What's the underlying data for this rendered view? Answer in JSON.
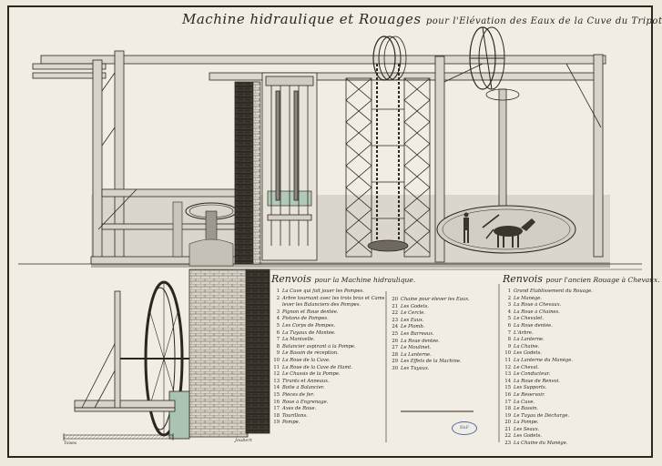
{
  "title": {
    "main": "Machine hidraulique et Rouages",
    "sub": "pour l'Elévation des Eaux de la Cuve du Tripot."
  },
  "panel_left": {
    "heading": "Renvois",
    "heading_sub": "pour la Machine hidraulique.",
    "items": [
      {
        "n": "1",
        "text": "La Cuve qui fait jouer les Pompes."
      },
      {
        "n": "2",
        "text": "Arbre tournant avec les trois bras et Cames pour"
      },
      {
        "n": "",
        "text": "lever les Balanciers des Pompes."
      },
      {
        "n": "3",
        "text": "Pignon et Roue dentée."
      },
      {
        "n": "4",
        "text": "Pistons de Pompes."
      },
      {
        "n": "5",
        "text": "Les Corps de Pompes."
      },
      {
        "n": "6",
        "text": "La Tuyaux de Montée."
      },
      {
        "n": "7",
        "text": "La Manivelle."
      },
      {
        "n": "8",
        "text": "Balancier aspirant à la Pompe."
      },
      {
        "n": "9",
        "text": "Le Bassin de réception."
      },
      {
        "n": "10",
        "text": "La Roue de la Cuve."
      },
      {
        "n": "11",
        "text": "La Roue de la Cuve de Hamt."
      },
      {
        "n": "12",
        "text": "Le Chassis de la Pompe."
      },
      {
        "n": "13",
        "text": "Tirants et Anneaux."
      },
      {
        "n": "14",
        "text": "Boite à Balancier."
      },
      {
        "n": "15",
        "text": "Pièces de fer."
      },
      {
        "n": "16",
        "text": "Roue à Engrenage."
      },
      {
        "n": "17",
        "text": "Axes de Roue."
      },
      {
        "n": "18",
        "text": "Tourillons."
      },
      {
        "n": "19",
        "text": "Pompe."
      }
    ]
  },
  "panel_mid": {
    "items": [
      {
        "n": "20",
        "text": "Chaîne pour élever les Eaux."
      },
      {
        "n": "21",
        "text": "Les Godets."
      },
      {
        "n": "22",
        "text": "Le Cercle."
      },
      {
        "n": "23",
        "text": "Les Eaux."
      },
      {
        "n": "24",
        "text": "Le Plomb."
      },
      {
        "n": "25",
        "text": "Les Barreaux."
      },
      {
        "n": "26",
        "text": "La Roue dentée."
      },
      {
        "n": "27",
        "text": "Le Moulinet."
      },
      {
        "n": "28",
        "text": "La Lanterne."
      },
      {
        "n": "29",
        "text": "Les Effets de la Machine."
      },
      {
        "n": "30",
        "text": "Les Tuyaux."
      }
    ]
  },
  "panel_right": {
    "heading": "Renvois",
    "heading_sub": "pour l'ancien Rouage à Chevaux.",
    "items": [
      {
        "n": "1",
        "text": "Grand Établissement du Rouage."
      },
      {
        "n": "2",
        "text": "Le Manège."
      },
      {
        "n": "3",
        "text": "La Roue à Chevaux."
      },
      {
        "n": "4",
        "text": "La Roue à Chaînes."
      },
      {
        "n": "5",
        "text": "Le Chevalet."
      },
      {
        "n": "6",
        "text": "La Roue dentée."
      },
      {
        "n": "7",
        "text": "L'Arbre."
      },
      {
        "n": "8",
        "text": "La Lanterne."
      },
      {
        "n": "9",
        "text": "La Chaîne."
      },
      {
        "n": "10",
        "text": "Les Godets."
      },
      {
        "n": "11",
        "text": "La Lanterne du Manège."
      },
      {
        "n": "12",
        "text": "Le Cheval."
      },
      {
        "n": "13",
        "text": "Le Conducteur."
      },
      {
        "n": "14",
        "text": "La Roue de Renvoi."
      },
      {
        "n": "15",
        "text": "Les Supports."
      },
      {
        "n": "16",
        "text": "Le Réservoir."
      },
      {
        "n": "17",
        "text": "La Cuve."
      },
      {
        "n": "18",
        "text": "Le Bassin."
      },
      {
        "n": "19",
        "text": "Le Tuyau de Décharge."
      },
      {
        "n": "20",
        "text": "La Pompe."
      },
      {
        "n": "21",
        "text": "Les Seaux."
      },
      {
        "n": "22",
        "text": "Les Godets."
      },
      {
        "n": "23",
        "text": "La Chaîne du Manège."
      }
    ]
  },
  "scale": {
    "label": "Toises"
  },
  "signature": "Joubert",
  "stamp": "BnF",
  "colors": {
    "ink": "#2b2620",
    "paper": "#f1ede3",
    "wash_grey": "#b9b6ae",
    "wash_green": "#a9c4b3",
    "stamp_blue": "#4f6aa8"
  },
  "icons": [
    "horse-icon",
    "figure-icon"
  ]
}
